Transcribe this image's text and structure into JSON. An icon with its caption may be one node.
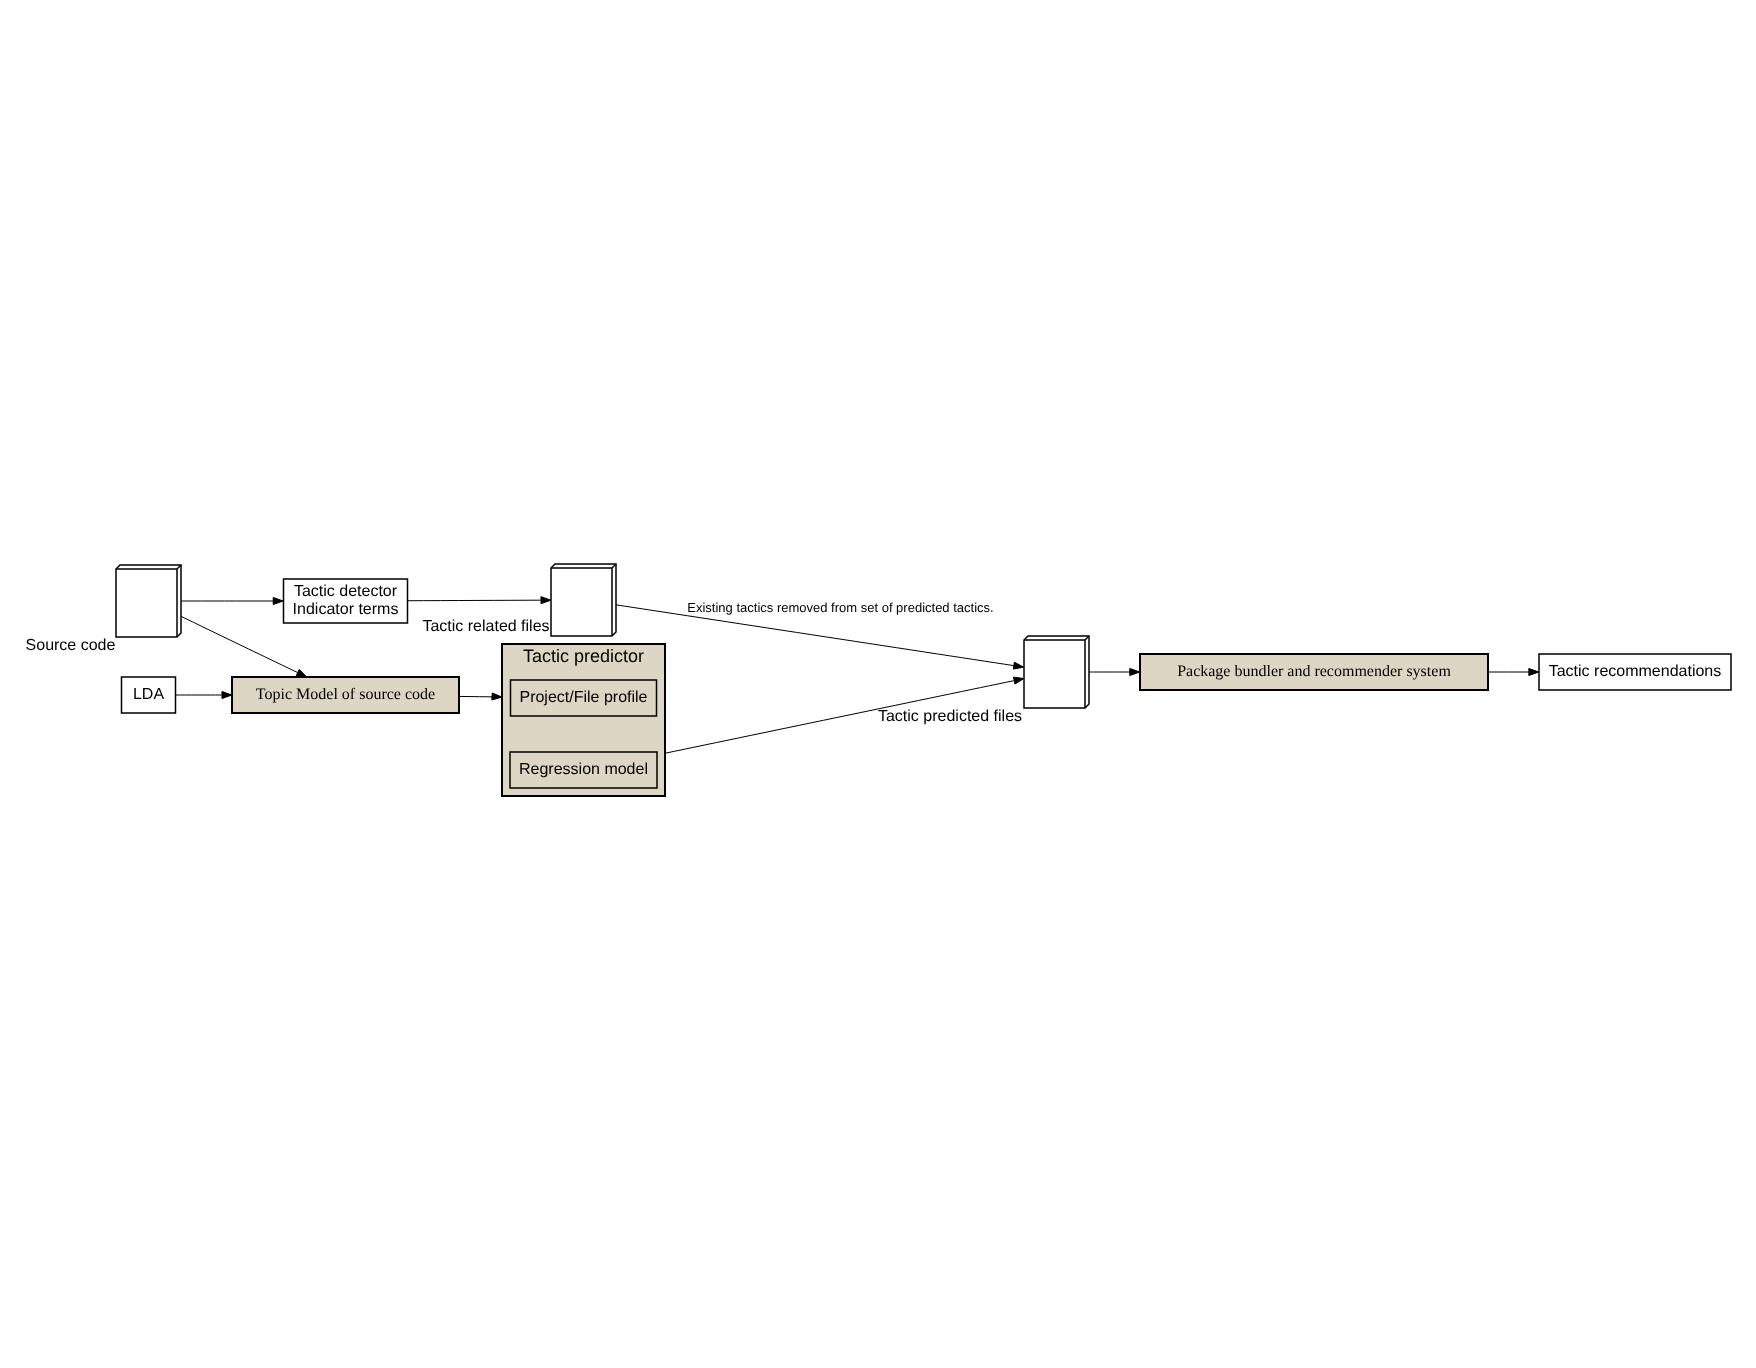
{
  "diagram": {
    "nodes": [
      {
        "text": [],
        "shape": "picture",
        "beside": [
          "Source code"
        ]
      },
      {
        "text": [
          "Tactic detector",
          "Indicator terms"
        ]
      },
      {
        "text": [],
        "shape": "picture",
        "beside": [
          "Tactic related files"
        ]
      },
      {
        "text": [
          "Topic Model of source code"
        ]
      },
      {
        "text": [
          "Tactic predictor"
        ]
      },
      {
        "text": [
          "Project/File profile"
        ],
        "in": 4
      },
      {
        "text": [
          "Regression model"
        ],
        "in": 4
      },
      {
        "text": [],
        "shape": "picture",
        "beside": [
          "Tactic predicted files"
        ]
      },
      {
        "text": [
          "LDA"
        ]
      },
      {
        "text": [
          "Package bundler and recommender system"
        ]
      },
      {
        "text": [
          "Tactic recommendations"
        ]
      }
    ],
    "edges": [
      {
        "from": 0,
        "to": 1,
        "arrow": "to"
      },
      {
        "from": 1,
        "to": 2,
        "arrow": "to"
      },
      {
        "from": 0,
        "to": 3,
        "arrow": "to"
      },
      {
        "from": 8,
        "to": 3,
        "arrow": "to"
      },
      {
        "from": 3,
        "to": 4,
        "arrow": "to"
      },
      {
        "from": 4,
        "to": 7,
        "arrow": "to"
      },
      {
        "from": 2,
        "to": 7,
        "arrow": "to",
        "label": "Existing tactics removed from set of predicted tactics."
      },
      {
        "from": 7,
        "to": 9,
        "arrow": "to"
      },
      {
        "from": 9,
        "to": 10,
        "arrow": "to"
      }
    ]
  }
}
